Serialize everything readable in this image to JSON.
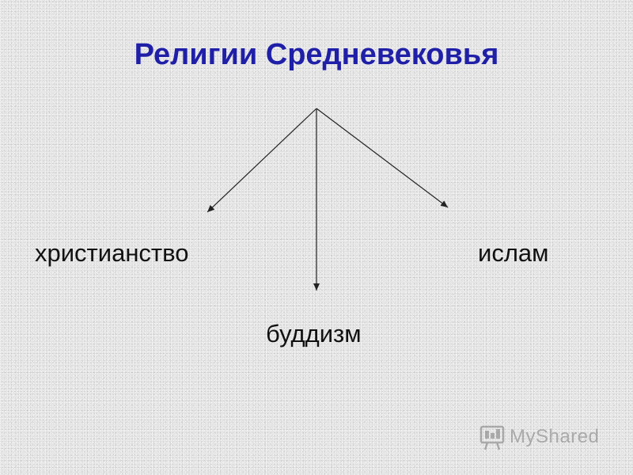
{
  "title": "Религии Средневековья",
  "branches": {
    "left": "христианство",
    "right": "ислам",
    "center": "буддизм"
  },
  "watermark": "MyShared",
  "colors": {
    "title": "#1f1fa8",
    "text": "#111111",
    "arrow": "#222222",
    "background": "#e4e4e4"
  }
}
